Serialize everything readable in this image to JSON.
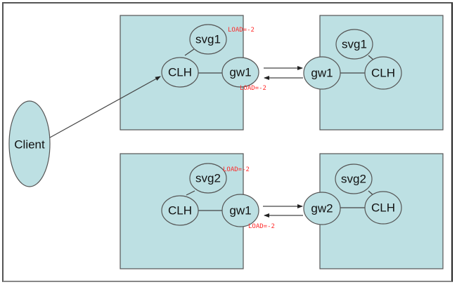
{
  "diagram": {
    "client": {
      "label": "Client"
    },
    "clusters": [
      {
        "id": "top-left",
        "nodes": {
          "svg": "svg1",
          "clh": "CLH",
          "gw": "gw1"
        },
        "load_labels": [
          "LOAD=-2",
          "LOAD=-2"
        ]
      },
      {
        "id": "top-right",
        "nodes": {
          "svg": "svg1",
          "clh": "CLH",
          "gw": "gw1"
        }
      },
      {
        "id": "bottom-left",
        "nodes": {
          "svg": "svg2",
          "clh": "CLH",
          "gw": "gw1"
        },
        "load_labels": [
          "LOAD=-2",
          "LOAD=-2"
        ]
      },
      {
        "id": "bottom-right",
        "nodes": {
          "svg": "svg2",
          "clh": "CLH",
          "gw": "gw2"
        }
      }
    ],
    "colors": {
      "box_fill": "#bde0e3",
      "load_text": "#ff2a2a",
      "stroke": "#555555"
    }
  }
}
